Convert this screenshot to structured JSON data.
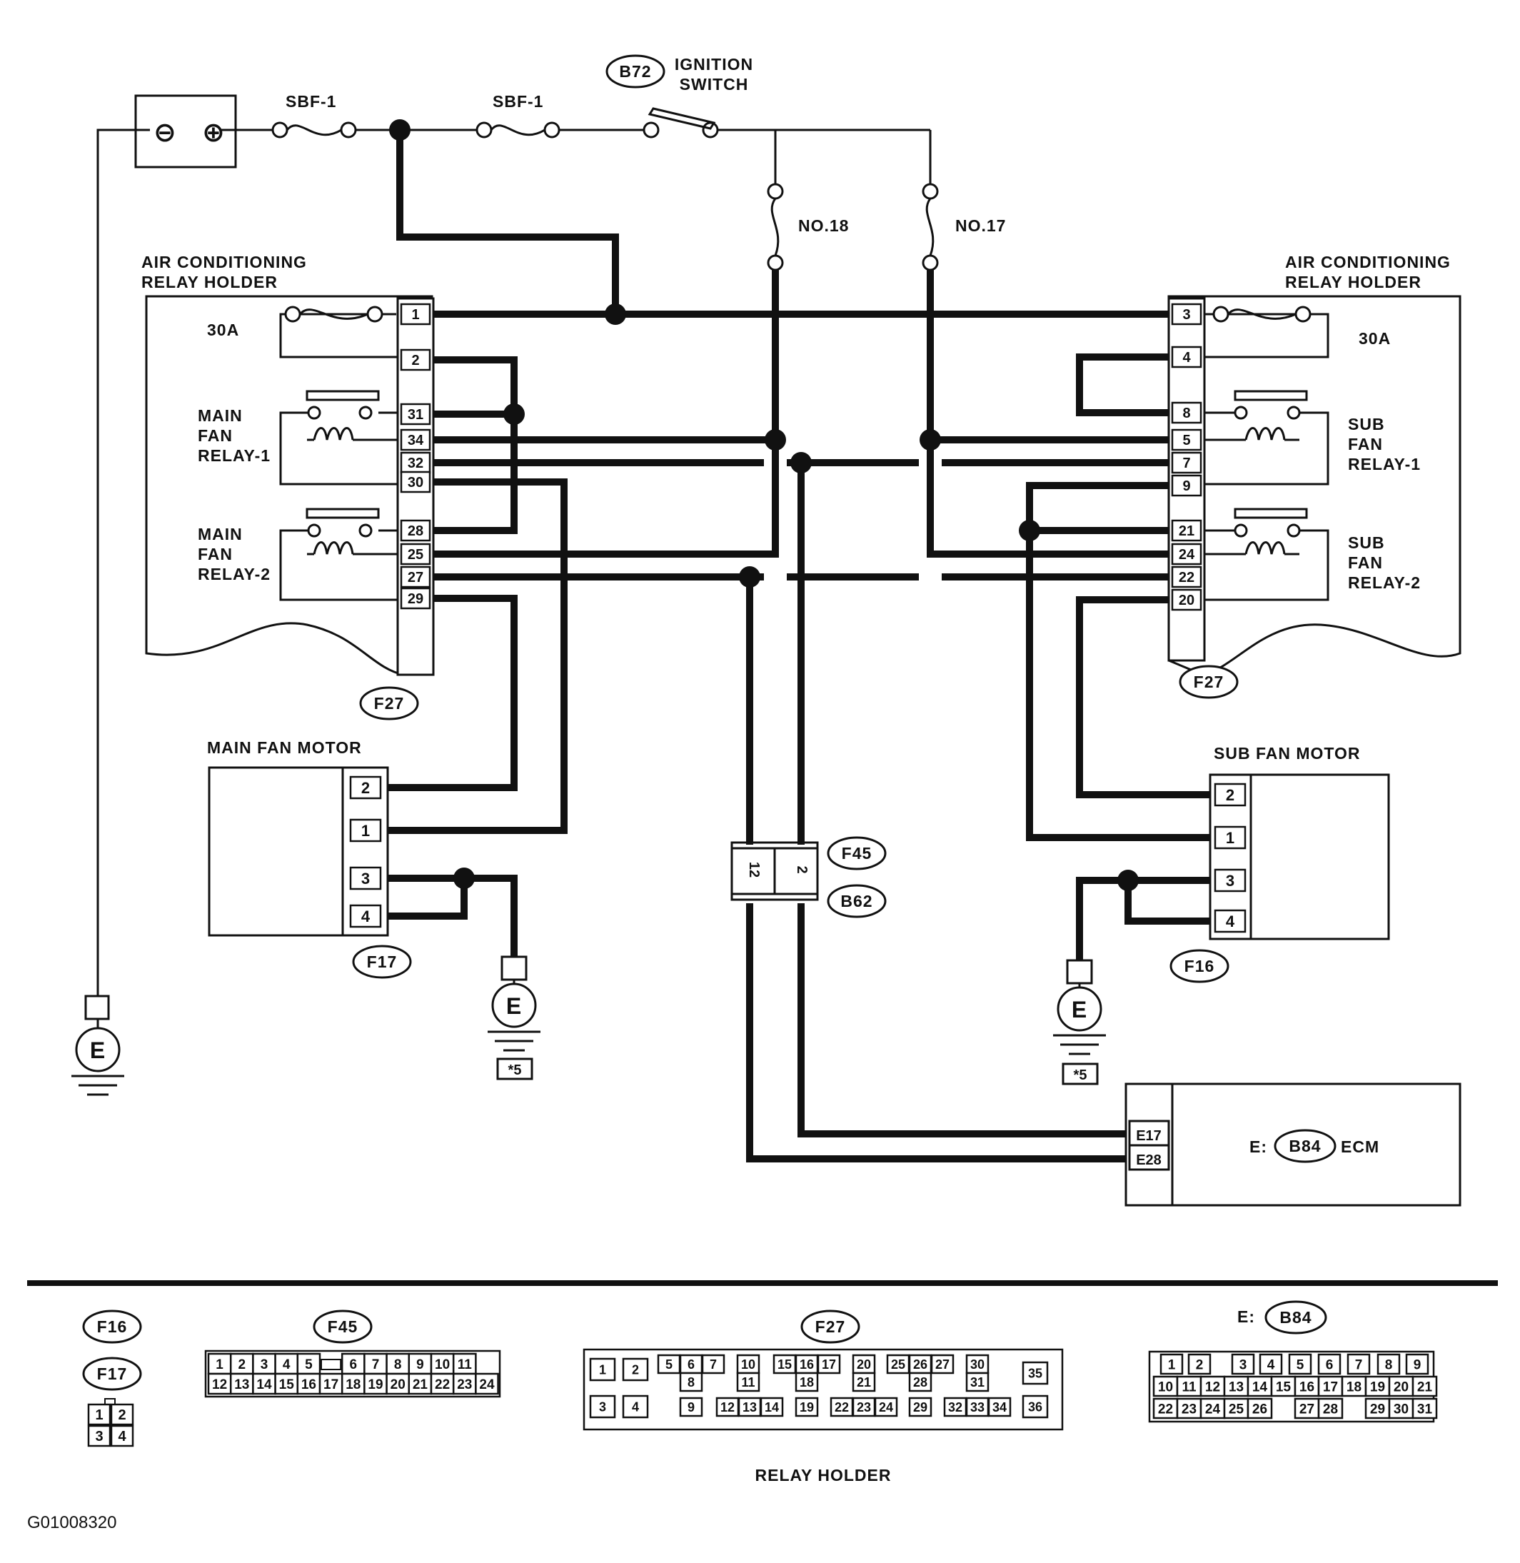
{
  "top": {
    "battery_minus": "⊖",
    "battery_plus": "⊕",
    "sbf_left": "SBF-1",
    "sbf_right": "SBF-1",
    "ign_connector": "B72",
    "ign_line1": "IGNITION",
    "ign_line2": "SWITCH",
    "fuse18": "NO.18",
    "fuse17": "NO.17"
  },
  "left_holder": {
    "title1": "AIR CONDITIONING",
    "title2": "RELAY HOLDER",
    "fuse_rating": "30A",
    "relay1": [
      "MAIN",
      "FAN",
      "RELAY-1"
    ],
    "relay2": [
      "MAIN",
      "FAN",
      "RELAY-2"
    ],
    "pins": [
      "1",
      "2",
      "31",
      "34",
      "32",
      "30",
      "28",
      "25",
      "27",
      "29"
    ],
    "connector": "F27"
  },
  "right_holder": {
    "title1": "AIR CONDITIONING",
    "title2": "RELAY HOLDER",
    "fuse_rating": "30A",
    "relay1": [
      "SUB",
      "FAN",
      "RELAY-1"
    ],
    "relay2": [
      "SUB",
      "FAN",
      "RELAY-2"
    ],
    "pins": [
      "3",
      "4",
      "8",
      "5",
      "7",
      "9",
      "21",
      "24",
      "22",
      "20"
    ],
    "connector": "F27"
  },
  "main_fan": {
    "title": "MAIN FAN MOTOR",
    "pins": [
      "2",
      "1",
      "3",
      "4"
    ],
    "connector": "F17"
  },
  "sub_fan": {
    "title": "SUB FAN MOTOR",
    "pins": [
      "2",
      "1",
      "3",
      "4"
    ],
    "connector": "F16"
  },
  "junction": {
    "pin_left": "12",
    "pin_right": "2",
    "conn_top": "F45",
    "conn_bottom": "B62"
  },
  "ground": {
    "symbol": "E",
    "note": "*5"
  },
  "ecm": {
    "pins": [
      "E17",
      "E28"
    ],
    "prefix": "E:",
    "connector": "B84",
    "name": "ECM"
  },
  "legend": {
    "f16": "F16",
    "f17": "F17",
    "f16_pins": [
      "1",
      "2",
      "3",
      "4"
    ],
    "f45": "F45",
    "f45_row1": [
      "1",
      "2",
      "3",
      "4",
      "5",
      "",
      "6",
      "7",
      "8",
      "9",
      "10",
      "11"
    ],
    "f45_row2": [
      "12",
      "13",
      "14",
      "15",
      "16",
      "17",
      "18",
      "19",
      "20",
      "21",
      "22",
      "23",
      "24"
    ],
    "f27": "F27",
    "f27_pins": [
      "1",
      "2",
      "3",
      "4",
      "5",
      "6",
      "7",
      "8",
      "9",
      "10",
      "11",
      "12",
      "13",
      "14",
      "15",
      "16",
      "17",
      "18",
      "19",
      "20",
      "21",
      "22",
      "23",
      "24",
      "25",
      "26",
      "27",
      "28",
      "29",
      "30",
      "31",
      "32",
      "33",
      "34",
      "35",
      "36"
    ],
    "relay_caption": "RELAY HOLDER",
    "b84_prefix": "E:",
    "b84": "B84",
    "b84_row1": [
      "1",
      "2",
      "",
      "3",
      "4",
      "5",
      "6",
      "7",
      "8",
      "9"
    ],
    "b84_row2": [
      "10",
      "11",
      "12",
      "13",
      "14",
      "15",
      "16",
      "17",
      "18",
      "19",
      "20",
      "21"
    ],
    "b84_row3": [
      "22",
      "23",
      "24",
      "25",
      "26",
      "",
      "27",
      "28",
      "",
      "29",
      "30",
      "31"
    ]
  },
  "figure_id": "G01008320"
}
